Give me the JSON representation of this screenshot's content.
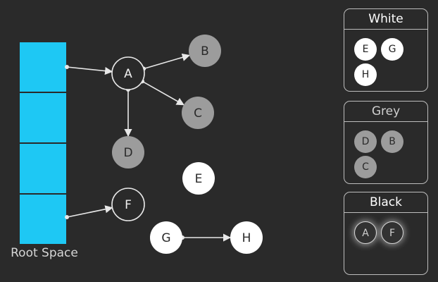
{
  "root_space": {
    "label": "Root Space",
    "slot_count": 4
  },
  "nodes": [
    {
      "id": "A",
      "label": "A",
      "style": "outline"
    },
    {
      "id": "B",
      "label": "B",
      "style": "grey"
    },
    {
      "id": "C",
      "label": "C",
      "style": "grey"
    },
    {
      "id": "D",
      "label": "D",
      "style": "grey"
    },
    {
      "id": "E",
      "label": "E",
      "style": "white"
    },
    {
      "id": "F",
      "label": "F",
      "style": "outline"
    },
    {
      "id": "G",
      "label": "G",
      "style": "white"
    },
    {
      "id": "H",
      "label": "H",
      "style": "white"
    }
  ],
  "edges": [
    {
      "from": "root-0",
      "to": "A"
    },
    {
      "from": "root-3",
      "to": "F"
    },
    {
      "from": "A",
      "to": "B"
    },
    {
      "from": "A",
      "to": "C"
    },
    {
      "from": "A",
      "to": "D"
    },
    {
      "from": "G",
      "to": "H"
    }
  ],
  "panels": {
    "white": {
      "title": "White",
      "items": [
        "E",
        "G",
        "H"
      ]
    },
    "grey": {
      "title": "Grey",
      "items": [
        "D",
        "B",
        "C"
      ]
    },
    "black": {
      "title": "Black",
      "items": [
        "A",
        "F"
      ]
    }
  },
  "colors": {
    "background": "#2a2a2a",
    "root_slot": "#1ec8f4",
    "grey_node": "#9c9c9c",
    "white_node": "#ffffff",
    "outline": "#e8e8e8"
  }
}
